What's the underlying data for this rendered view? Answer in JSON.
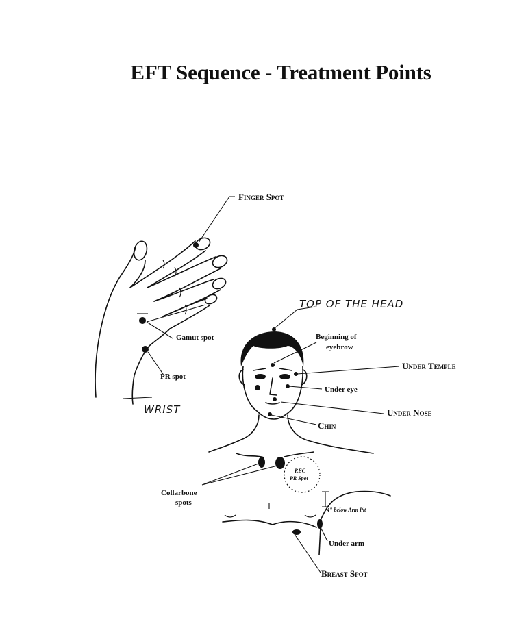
{
  "title": "EFT Sequence - Treatment Points",
  "points": {
    "finger_spot": "Finger Spot",
    "gamut_spot": "Gamut spot",
    "pr_spot": "PR spot",
    "wrist": "WRIST",
    "top_of_head": "TOP OF THE HEAD",
    "beginning_of_eyebrow_line1": "Beginning of",
    "beginning_of_eyebrow_line2": "eyebrow",
    "under_temple": "Under Temple",
    "under_eye": "Under eye",
    "under_nose": "Under Nose",
    "chin": "Chin",
    "rec_line1": "REC",
    "rec_line2": "PR Spot",
    "collarbone_line1": "Collarbone",
    "collarbone_line2": "spots",
    "below_arm_pit": "4\" below Arm Pit",
    "under_arm": "Under arm",
    "breast_spot": "Breast Spot"
  }
}
